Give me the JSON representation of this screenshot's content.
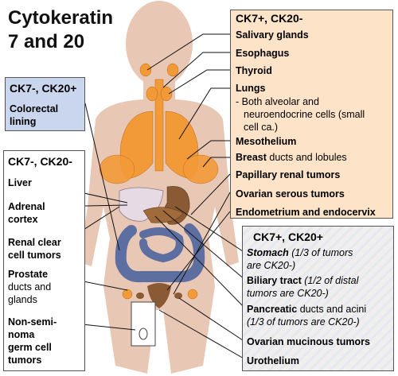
{
  "title": {
    "line1": "Cytokeratin",
    "line2": "7 and 20"
  },
  "colors": {
    "orange_group": "#f29a38",
    "blue_group": "#5d6fa0",
    "brown_group": "#8a5a35",
    "skin": "#e9c7b5",
    "orange_box": "#fde3c8",
    "blue_box": "#c9d6ee"
  },
  "groups": {
    "ck7pos_ck20neg": {
      "header": "CK7+, CK20-",
      "items": [
        {
          "bold": "Salivary glands",
          "rest": ""
        },
        {
          "bold": "Esophagus",
          "rest": ""
        },
        {
          "bold": "Thyroid",
          "rest": ""
        },
        {
          "bold": "Lungs",
          "rest": ""
        },
        {
          "bold": "",
          "rest": "- Both alveolar and"
        },
        {
          "bold": "",
          "rest": "neuroendocrine cells (small"
        },
        {
          "bold": "",
          "rest": "cell ca.)"
        },
        {
          "bold": "Mesothelium",
          "rest": ""
        },
        {
          "bold": "Breast",
          "rest": " ducts and lobules"
        },
        {
          "bold": "Papillary renal tumors",
          "rest": ""
        },
        {
          "bold": "Ovarian serous tumors",
          "rest": ""
        },
        {
          "bold": "Endometrium and endocervix",
          "rest": ""
        }
      ]
    },
    "ck7neg_ck20pos": {
      "header": "CK7-, CK20+",
      "items": [
        "Colorectal",
        "lining"
      ]
    },
    "ck7neg_ck20neg": {
      "header": "CK7-, CK20-",
      "items": [
        "Liver",
        "Adrenal",
        "cortex",
        "Renal clear",
        "cell tumors",
        "Prostate",
        "ducts and",
        "glands",
        "Non-semi-",
        "noma",
        "germ cell",
        "tumors"
      ]
    },
    "ck7pos_ck20pos": {
      "header": "CK7+, CK20+",
      "items": [
        {
          "bold": "Stomach",
          "rest": " (1/3 of tumors"
        },
        {
          "bold": "",
          "rest": "are CK20-)"
        },
        {
          "bold": "Biliary tract",
          "rest": " (1/2 of distal"
        },
        {
          "bold": "",
          "rest": "tumors are CK20-)"
        },
        {
          "bold": "Pancreatic",
          "rest": " ducts and acini"
        },
        {
          "bold": "",
          "rest": "(1/3 of tumors are CK20-)"
        },
        {
          "bold": "Ovarian mucinous tumors",
          "rest": ""
        },
        {
          "bold": "Urothelium",
          "rest": ""
        }
      ]
    }
  }
}
